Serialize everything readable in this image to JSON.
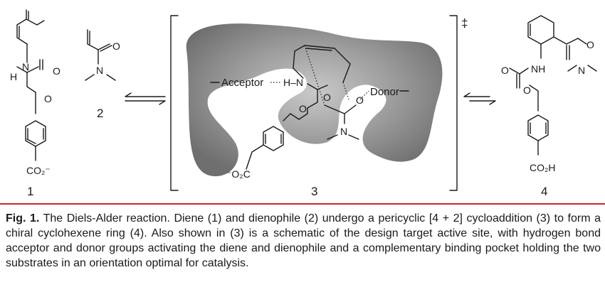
{
  "compounds": [
    {
      "number": "1",
      "substituent": "CO₂⁻"
    },
    {
      "number": "2"
    },
    {
      "number": "3"
    },
    {
      "number": "4",
      "substituent": "CO₂H"
    }
  ],
  "active_site": {
    "acceptor_label": "Acceptor",
    "donor_label": "Donor",
    "transition_state_symbol": "‡"
  },
  "atoms": {
    "N": "N",
    "H": "H",
    "O": "O",
    "NH": "NH",
    "H_N": "H–N"
  },
  "caption": {
    "label": "Fig. 1.",
    "text": " The Diels-Alder reaction. Diene (1) and dienophile (2) undergo a pericyclic [4 + 2] cycloaddition (3) to form a chiral cyclohexene ring (4). Also shown in (3) is a schematic of the design target active site, with hydrogen bond acceptor and donor groups activating the diene and dienophile and a complementary binding pocket holding the two substrates in an orientation optimal for catalysis."
  },
  "colors": {
    "pocket_gray": "#8a8a8a",
    "divider_red": "#cf2027",
    "ink": "#1a1a1a"
  }
}
